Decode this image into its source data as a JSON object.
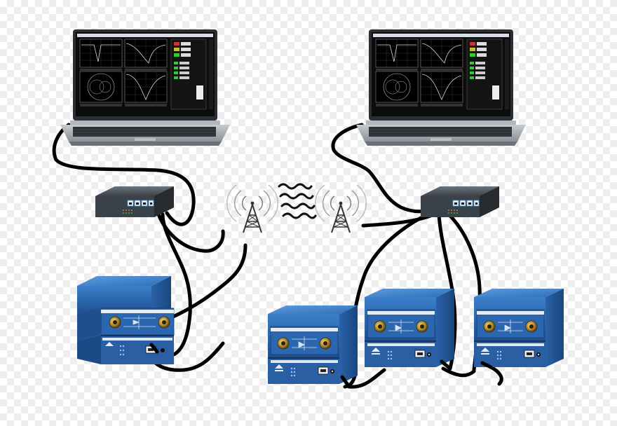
{
  "colors": {
    "cable": "#000000",
    "laptop_body": "#9ea4ab",
    "laptop_screen": "#111111",
    "switch_body": "#3f454c",
    "switch_port_accent": "#4aa3d8",
    "instrument_blue": "#2f6fb7",
    "instrument_blue_dark": "#1f4f8e",
    "antenna": "#333333",
    "background_check": "#eeeeee"
  },
  "icons": [
    "laptop-icon",
    "network-switch-icon",
    "cell-tower-icon",
    "wireless-waves-icon",
    "vna-instrument-icon",
    "sma-port-icon",
    "usb-port-icon"
  ],
  "devices": {
    "laptops": [
      {
        "id": "laptop-left"
      },
      {
        "id": "laptop-right"
      }
    ],
    "switches": [
      {
        "id": "switch-left",
        "ports": 4
      },
      {
        "id": "switch-right",
        "ports": 4
      }
    ],
    "towers": [
      {
        "id": "tower-left"
      },
      {
        "id": "tower-right"
      }
    ],
    "instruments": [
      {
        "id": "instrument-left",
        "rf_ports": 2
      },
      {
        "id": "instrument-right-1",
        "rf_ports": 2
      },
      {
        "id": "instrument-right-2",
        "rf_ports": 2
      },
      {
        "id": "instrument-right-3",
        "rf_ports": 2
      }
    ]
  }
}
